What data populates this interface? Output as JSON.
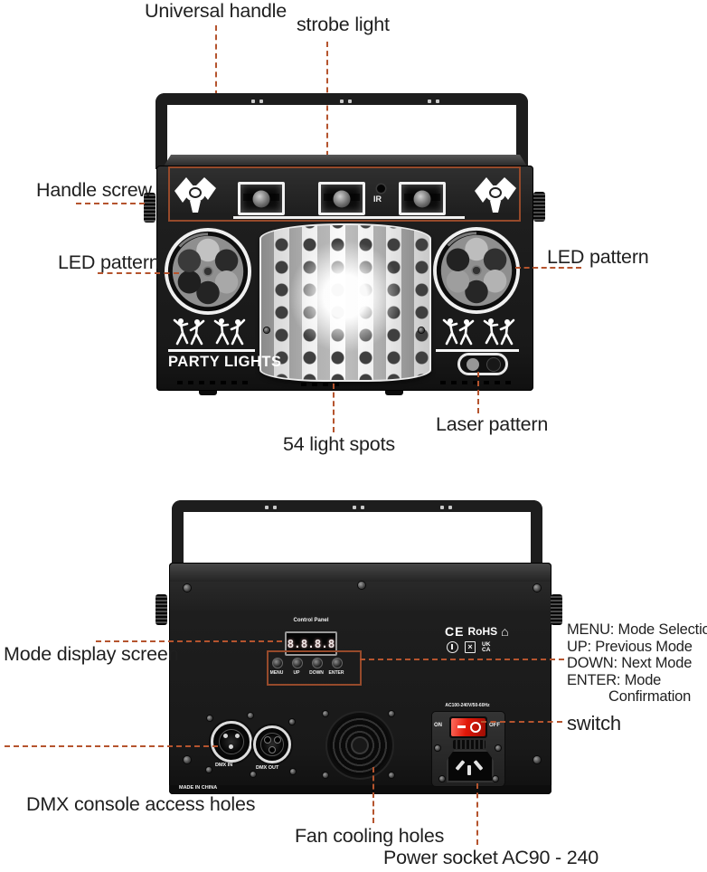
{
  "colors": {
    "background": "#ffffff",
    "annotation_line": "#b5542e",
    "annotation_text": "#1f1f1f",
    "device_body": "#1d1d1d",
    "highlight_box": "#964a2b",
    "switch_red": "#e11708"
  },
  "front_view": {
    "annotations": {
      "universal_handle": "Universal handle",
      "strobe_light": "strobe light",
      "handle_screw": "Handle screw",
      "led_pattern_left": "LED pattern",
      "led_pattern_right": "LED pattern",
      "light_spots": "54 light spots",
      "laser_pattern": "Laser pattern"
    },
    "device": {
      "brand_text": "PARTY LIGHTS",
      "ir_label": "IR"
    }
  },
  "back_view": {
    "annotations": {
      "mode_display": "Mode display screen",
      "menu_lines": [
        "MENU: Mode Selection",
        "UP: Previous Mode",
        "DOWN: Next Mode",
        "ENTER: Mode",
        "Confirmation"
      ],
      "switch": "switch",
      "dmx": "DMX console access holes",
      "fan": "Fan cooling holes",
      "power": "Power socket AC90 - 240"
    },
    "device": {
      "control_panel": "Control Panel",
      "display_value": "8.8.8.8",
      "buttons": [
        "MENU",
        "UP",
        "DOWN",
        "ENTER"
      ],
      "cert_ce": "CE",
      "cert_rohs": "RoHS",
      "cert_house": "⌂",
      "cert_weee_x": "×",
      "cert_ukca_top": "UK",
      "cert_ukca_bottom": "CA",
      "power_rating": "AC100-240V/50-60Hz",
      "on_label": "ON",
      "off_label": "OFF",
      "dmx_in": "DMX IN",
      "dmx_out": "DMX OUT",
      "made_in": "MADE IN CHINA"
    }
  }
}
